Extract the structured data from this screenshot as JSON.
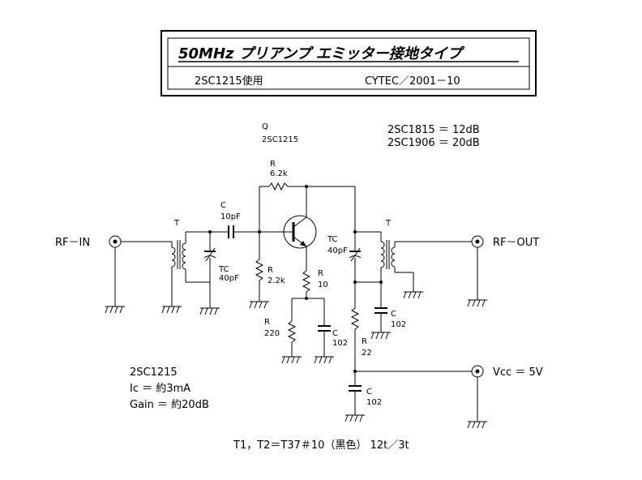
{
  "title_box": {
    "title": "50MHz プリアンプ エミッター接地タイプ",
    "part_note": "2SC1215使用",
    "credit": "CYTEC／2001－10"
  },
  "gain_notes": [
    "2SC1815 ＝ 12dB",
    "2SC1906 ＝ 20dB"
  ],
  "specs": [
    "2SC1215",
    "Ic ＝ 約3mA",
    "Gain ＝ 約20dB"
  ],
  "ports": {
    "rf_in": "RF－IN",
    "rf_out": "RF－OUT",
    "vcc": "Vcc ＝ 5V"
  },
  "components": {
    "t1": "T",
    "t2": "T",
    "q_label": "Q",
    "q_part": "2SC1215",
    "c_in_label": "C",
    "c_in_value": "10pF",
    "tc1_label": "TC",
    "tc1_value": "40pF",
    "tc2_label": "TC",
    "tc2_value": "40pF",
    "r_bias_label": "R",
    "r_bias_value": "6.2k",
    "r_base_label": "R",
    "r_base_value": "2.2k",
    "r_emit_label": "R",
    "r_emit_value": "10",
    "r_emit2_label": "R",
    "r_emit2_value": "220",
    "c_emit_label": "C",
    "c_emit_value": "102",
    "c_col_label": "C",
    "c_col_value": "102",
    "r_col_label": "R",
    "r_col_value": "22",
    "c_vcc_label": "C",
    "c_vcc_value": "102"
  },
  "footer": "T1，T2＝T37＃10（黒色） 12t／3t"
}
